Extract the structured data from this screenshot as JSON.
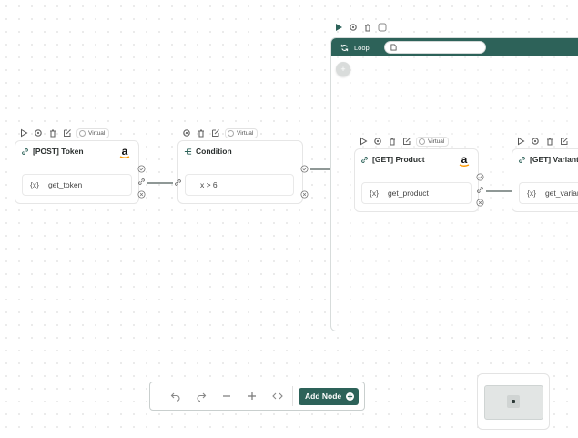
{
  "nodes": {
    "post_token": {
      "title": "[POST] Token",
      "var_icon": "{x}",
      "var": "get_token",
      "provider_icon": "amazon-logo-icon",
      "virtual_label": "Virtual"
    },
    "condition": {
      "title": "Condition",
      "expression": "x > 6",
      "virtual_label": "Virtual"
    },
    "get_product": {
      "title": "[GET]  Product",
      "var_icon": "{x}",
      "var": "get_product",
      "provider_icon": "amazon-logo-icon",
      "virtual_label": "Virtual"
    },
    "get_variant": {
      "title": "[GET] Variant",
      "var_icon": "{x}",
      "var": "get_variant"
    }
  },
  "loop": {
    "label": "Loop",
    "input_value": "",
    "add_label": "+"
  },
  "bottom_bar": {
    "add_node_label": "Add Node",
    "icons": [
      "undo-icon",
      "redo-icon",
      "zoom-out-icon",
      "zoom-in-icon",
      "code-icon"
    ]
  },
  "colors": {
    "accent": "#2d6259",
    "edge": "#8f9896",
    "border": "#e6e6e6"
  }
}
